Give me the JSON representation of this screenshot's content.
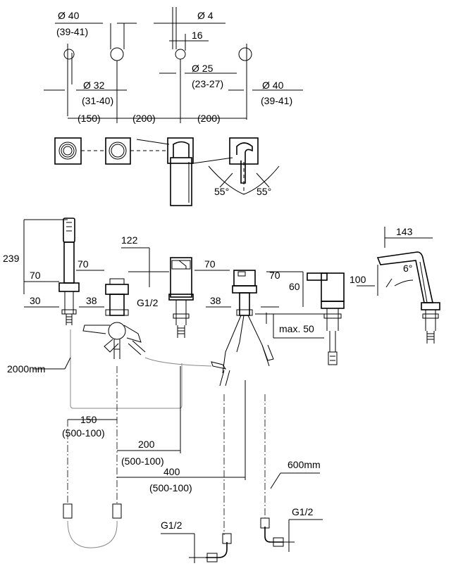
{
  "labels": {
    "d40_top": "Ø 40",
    "d40_top_range": "(39-41)",
    "d4": "Ø 4",
    "d16": "16",
    "d25": "Ø 25",
    "d25_range": "(23-27)",
    "d32": "Ø 32",
    "d32_range": "(31-40)",
    "d40_right": "Ø 40",
    "d40_right_range": "(39-41)",
    "sp150": "(150)",
    "sp200a": "(200)",
    "sp200b": "(200)",
    "ang55a": "55°",
    "ang55b": "55°",
    "h239": "239",
    "w70a": "70",
    "w70b": "70",
    "w70c": "70",
    "w70d": "70",
    "w30": "30",
    "w38a": "38",
    "w38b": "38",
    "w122": "122",
    "g12a": "G1/2",
    "h60": "60",
    "max50": "max. 50",
    "w143": "143",
    "h100": "100",
    "ang6": "6°",
    "hose2000": "2000mm",
    "b150": "150",
    "b150_range": "(500-100)",
    "b200": "200",
    "b200_range": "(500-100)",
    "b400": "400",
    "b400_range": "(500-100)",
    "hose600": "600mm",
    "g12b": "G1/2",
    "g12c": "G1/2"
  }
}
